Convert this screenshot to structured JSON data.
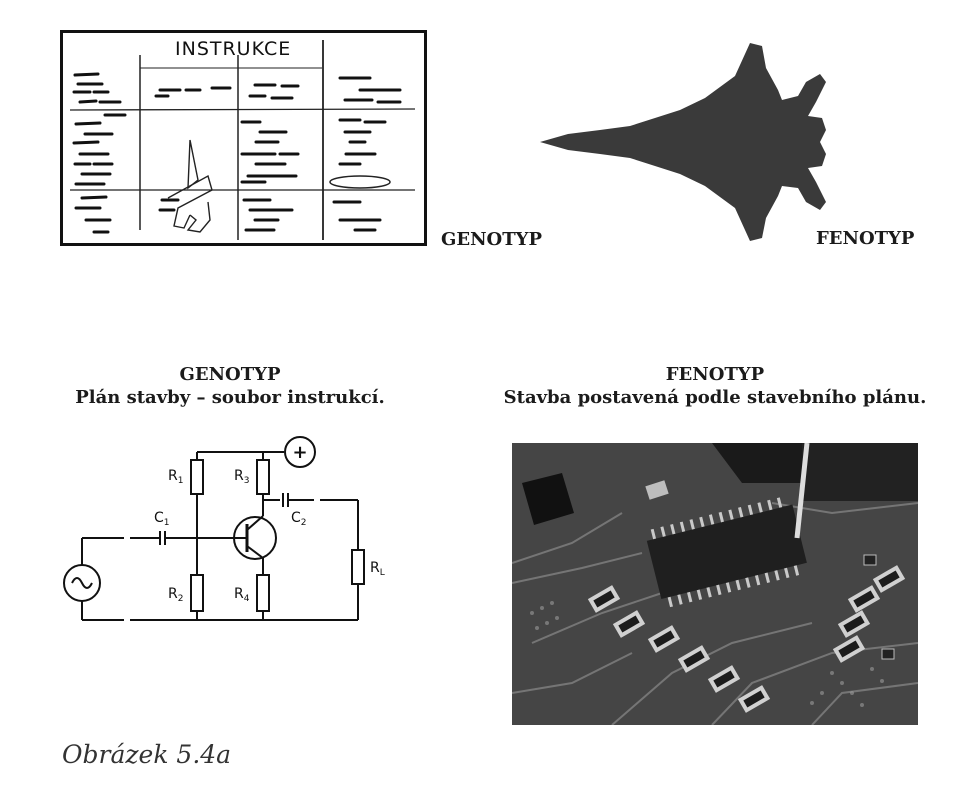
{
  "top_panel": {
    "instrukce_title": "INSTRUKCE",
    "genotyp_label": "GENOTYP",
    "fenotyp_label": "FENOTYP"
  },
  "bottom_panel": {
    "left_title": "GENOTYP",
    "left_subtitle": "Plán stavby – soubor instrukcí.",
    "right_title": "FENOTYP",
    "right_subtitle": "Stavba postavená podle stavebního plánu.",
    "circuit_labels": {
      "r1": "R",
      "r1_sub": "1",
      "r2": "R",
      "r2_sub": "2",
      "r3": "R",
      "r3_sub": "3",
      "r4": "R",
      "r4_sub": "4",
      "rl": "R",
      "rl_sub": "L",
      "c1": "C",
      "c1_sub": "1",
      "c2": "C",
      "c2_sub": "2",
      "plus": "+"
    }
  },
  "caption": "Obrázek 5.4a"
}
